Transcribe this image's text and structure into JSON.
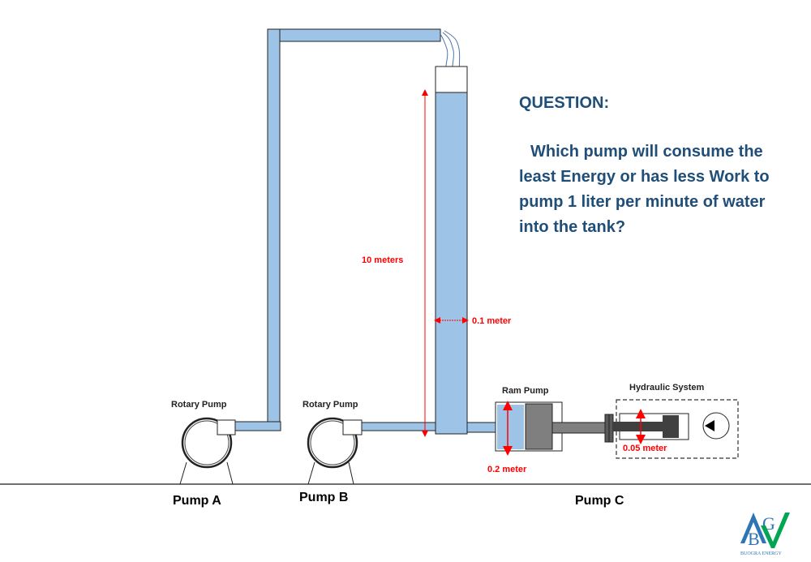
{
  "question": {
    "title": "QUESTION:",
    "body": "Which pump will consume the least Energy or has less Work to pump 1 liter per minute of water into the tank?"
  },
  "labels": {
    "pump_a_type": "Rotary Pump",
    "pump_b_type": "Rotary Pump",
    "pump_c_type": "Ram Pump",
    "hydraulic": "Hydraulic System",
    "pump_a": "Pump A",
    "pump_b": "Pump B",
    "pump_c": "Pump C"
  },
  "dimensions": {
    "height": "10 meters",
    "tank_width": "0.1 meter",
    "ram_diameter": "0.2 meter",
    "hydraulic_diameter": "0.05 meter"
  },
  "logo": {
    "letters": [
      "A",
      "B",
      "G",
      "V"
    ],
    "name": "BUOGRA ENERGY"
  },
  "colors": {
    "water": "#9dc3e6",
    "dimension": "#ff0000",
    "question_text": "#1f4e79",
    "piston": "#7f7f7f"
  }
}
